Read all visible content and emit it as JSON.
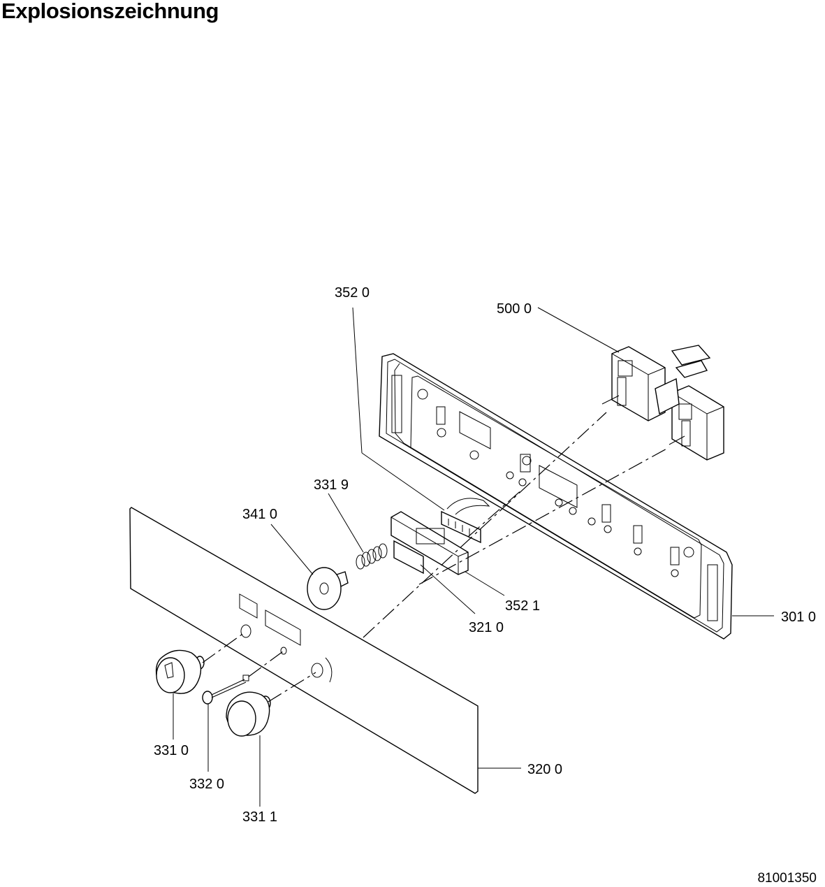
{
  "header": {
    "title": "Explosionszeichnung"
  },
  "footer": {
    "doc_number": "81001350"
  },
  "labels": {
    "p3520": "352 0",
    "p5000": "500 0",
    "p3319": "331 9",
    "p3410": "341 0",
    "p3521": "352 1",
    "p3210": "321 0",
    "p3010": "301 0",
    "p3310": "331 0",
    "p3200": "320 0",
    "p3320": "332 0",
    "p3311": "331 1"
  }
}
